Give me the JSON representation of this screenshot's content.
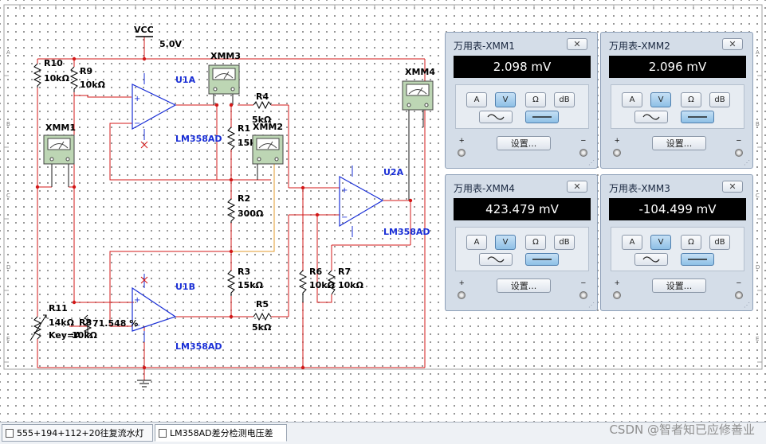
{
  "schematic": {
    "power": {
      "name": "VCC",
      "voltage": "5.0V"
    },
    "resistors": [
      {
        "ref": "R10",
        "value": "10kΩ"
      },
      {
        "ref": "R9",
        "value": "10kΩ"
      },
      {
        "ref": "R4",
        "value": "5kΩ"
      },
      {
        "ref": "R1",
        "value": "15kΩ"
      },
      {
        "ref": "R2",
        "value": "300Ω"
      },
      {
        "ref": "R3",
        "value": "15kΩ"
      },
      {
        "ref": "R5",
        "value": "5kΩ"
      },
      {
        "ref": "R6",
        "value": "10kΩ"
      },
      {
        "ref": "R7",
        "value": "10kΩ"
      },
      {
        "ref": "R8",
        "value": "10kΩ"
      }
    ],
    "potentiometer": {
      "ref": "R11",
      "value": "14kΩ",
      "key": "Key=A",
      "percent": "71.548 %"
    },
    "opamps": [
      {
        "ref": "U1A",
        "model": "LM358AD"
      },
      {
        "ref": "U1B",
        "model": "LM358AD"
      },
      {
        "ref": "U2A",
        "model": "LM358AD"
      }
    ],
    "meters": [
      "XMM1",
      "XMM2",
      "XMM3",
      "XMM4"
    ],
    "ruler_letters": [
      "A",
      "B",
      "C",
      "D",
      "E"
    ]
  },
  "multimeters": [
    {
      "title": "万用表-XMM1",
      "reading": "2.098 mV"
    },
    {
      "title": "万用表-XMM2",
      "reading": "2.096 mV"
    },
    {
      "title": "万用表-XMM4",
      "reading": "423.479 mV"
    },
    {
      "title": "万用表-XMM3",
      "reading": "-104.499 mV"
    }
  ],
  "meter_controls": {
    "close": "✕",
    "modes": [
      "A",
      "V",
      "Ω",
      "dB"
    ],
    "active_mode": "V",
    "active_wave": "dc",
    "settings": "设置...",
    "plus": "+",
    "minus": "−"
  },
  "tabs": [
    {
      "label": "555+194+112+20往复流水灯",
      "active": false
    },
    {
      "label": "LM358AD差分检测电压差",
      "active": true
    }
  ],
  "watermark": "CSDN @智者知已应修善业",
  "colors": {
    "wire_red": "#d31818",
    "wire_orange": "#e39b2c",
    "opamp_blue": "#1a2fd6",
    "meter_body": "#bdd6b4"
  }
}
